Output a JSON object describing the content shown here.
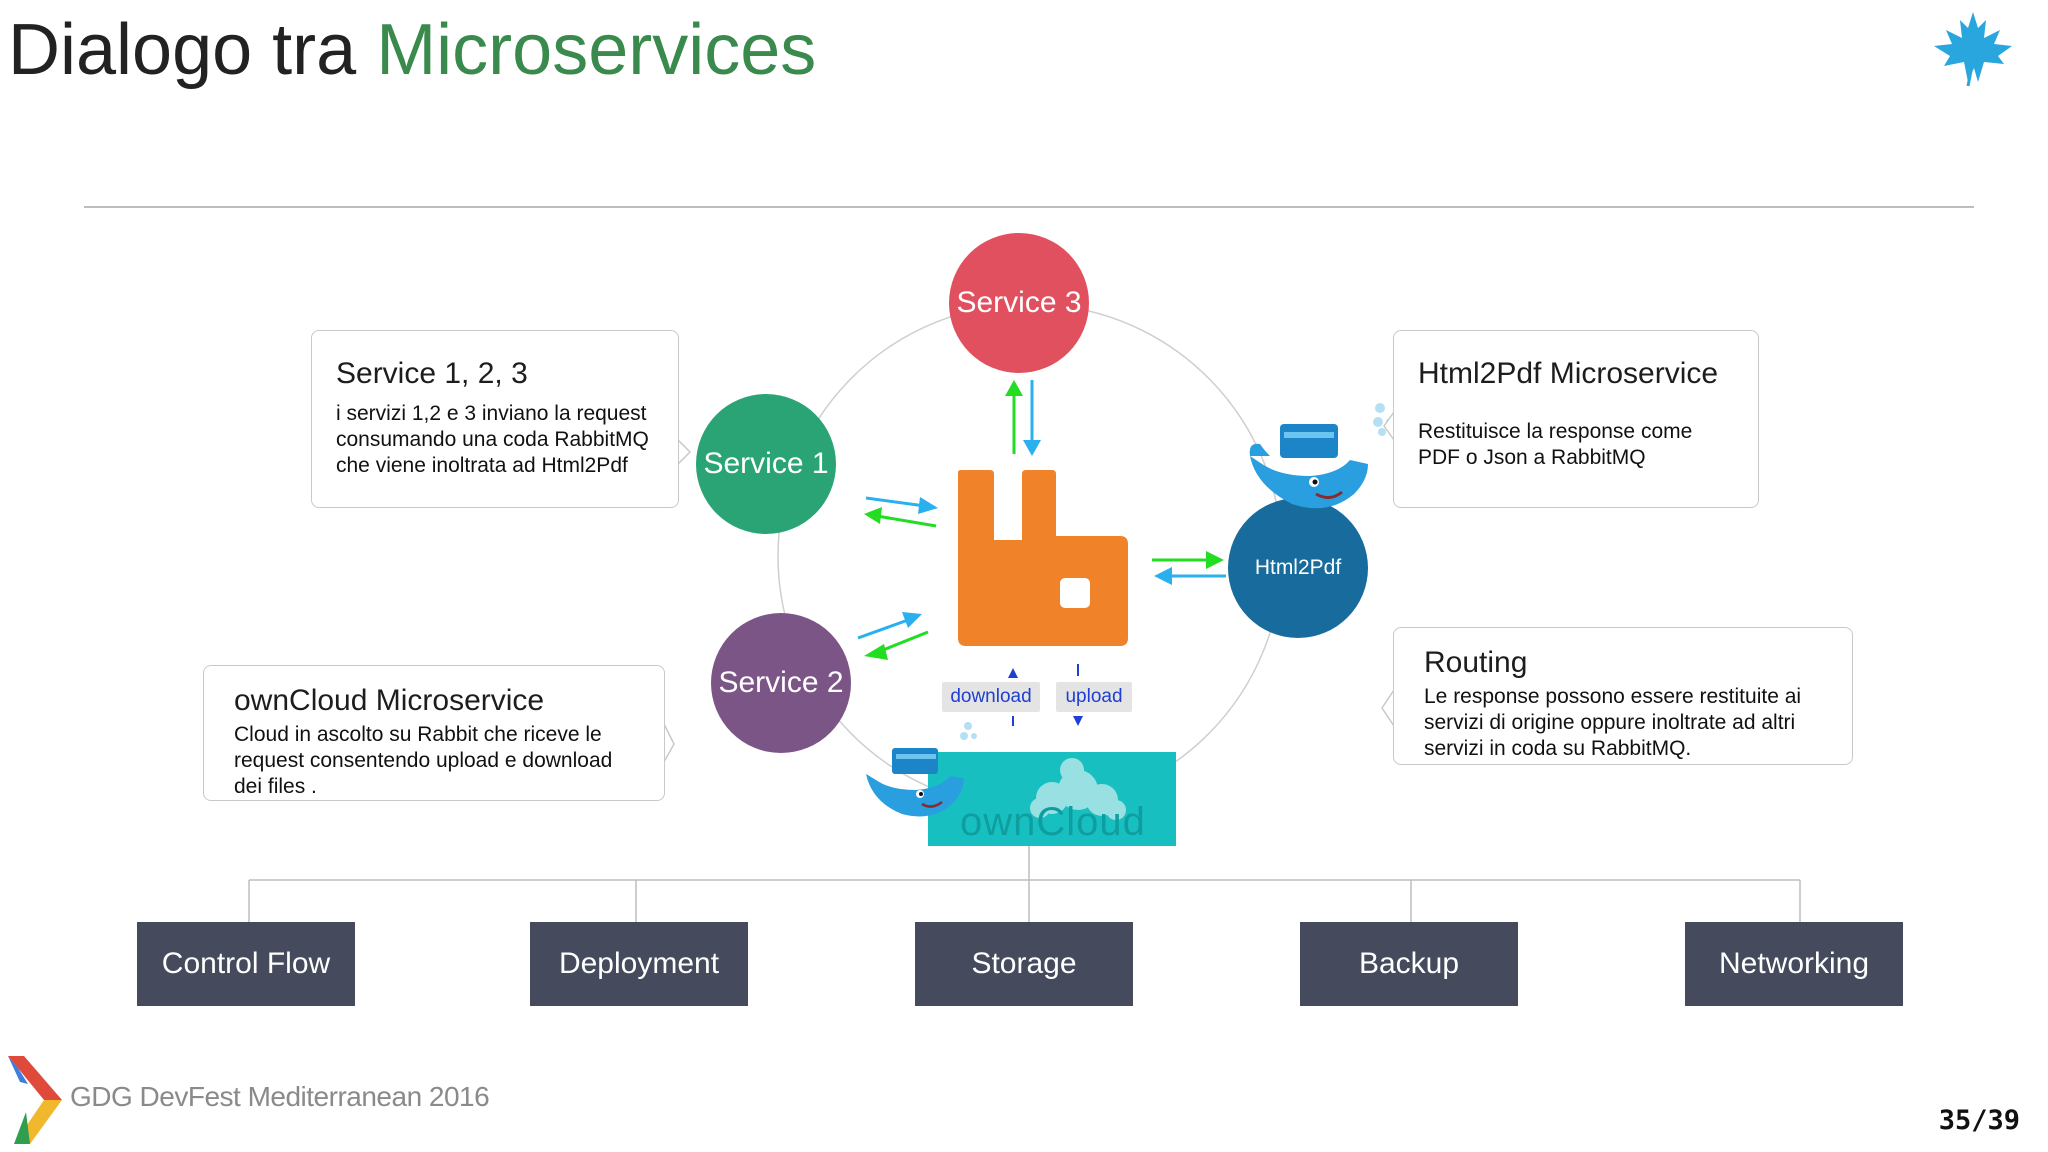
{
  "title": {
    "prefix": "Dialogo tra ",
    "accent": "Microservices"
  },
  "services": {
    "service3": "Service 3",
    "service1": "Service 1",
    "service2": "Service 2",
    "html2pdf": "Html2Pdf"
  },
  "boxes": {
    "services": {
      "heading": "Service 1, 2, 3",
      "lines": [
        "i servizi 1,2 e 3 inviano la request",
        "consumando una coda RabbitMQ",
        "che viene inoltrata ad Html2Pdf"
      ]
    },
    "html2pdf": {
      "heading": "Html2Pdf Microservice",
      "lines": [
        "Restituisce la response come",
        "PDF o Json a RabbitMQ"
      ]
    },
    "owncloud": {
      "heading": "ownCloud Microservice",
      "lines": [
        "Cloud in ascolto su Rabbit che riceve le",
        "request consentendo upload e download",
        "dei files ."
      ]
    },
    "routing": {
      "heading": "Routing",
      "lines": [
        "Le response possono essere restituite ai",
        "servizi di origine oppure inoltrate ad altri",
        "servizi in coda su RabbitMQ."
      ]
    }
  },
  "tags": {
    "download": "download",
    "upload": "upload"
  },
  "owncloud_logo_text": "ownCloud",
  "categories": [
    "Control Flow",
    "Deployment",
    "Storage",
    "Backup",
    "Networking"
  ],
  "footer": {
    "event": "GDG DevFest Mediterranean 2016",
    "page": "35/39"
  },
  "colors": {
    "accent_green": "#3a8a4e",
    "service3": "#e0505f",
    "service1": "#2aa475",
    "service2": "#7c5587",
    "html2pdf": "#186b9d",
    "rabbitmq": "#f0822a",
    "owncloud": "#18bfc1",
    "arrow_green": "#22dd22",
    "arrow_blue": "#2ab0ee",
    "category_bg": "#454a5c"
  },
  "icons": [
    "maple-leaf-icon",
    "docker-whale-icon",
    "rabbitmq-logo",
    "owncloud-cloud-icon",
    "gdg-chevron-icon"
  ]
}
